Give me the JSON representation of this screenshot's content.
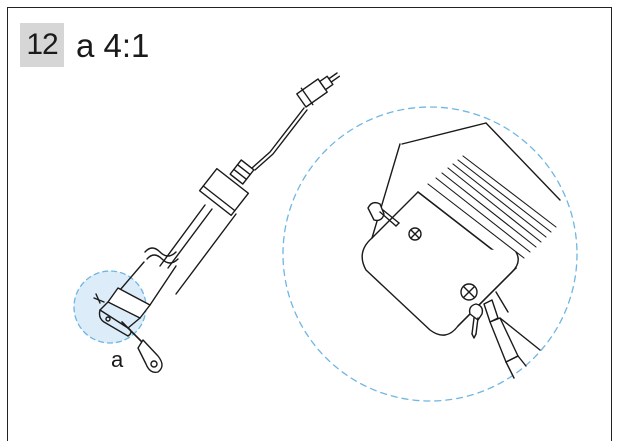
{
  "header": {
    "step_number": "12",
    "title": "a 4:1"
  },
  "callout": {
    "label": "a"
  },
  "colors": {
    "line": "#1a1a1a",
    "highlight_fill": "#dcecf8",
    "dashed_circle": "#6fb6e3",
    "badge": "#d6d6d6"
  },
  "icons": [
    "tubular-motor-icon",
    "screw-icon",
    "screwdriver-icon",
    "magnifier-circle-icon"
  ]
}
